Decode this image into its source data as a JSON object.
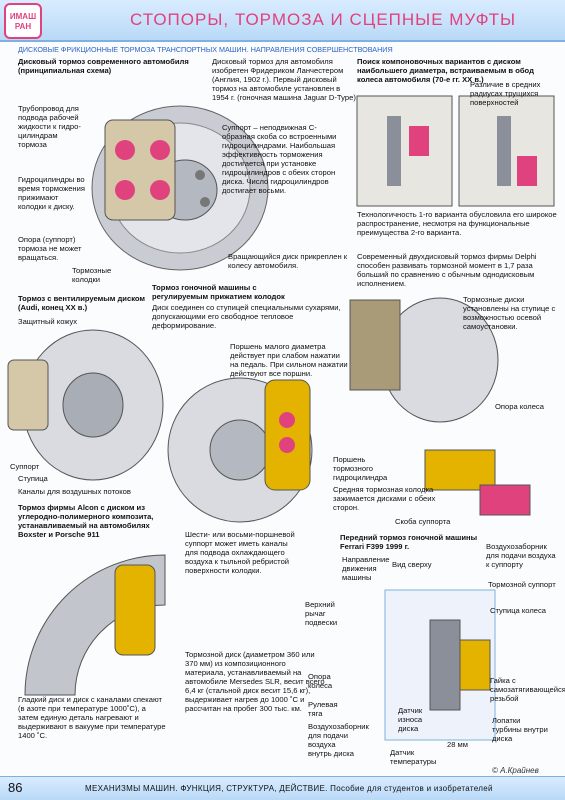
{
  "header": {
    "logo": "ИМАШ РАН",
    "title": "СТОПОРЫ,   ТОРМОЗА И СЦЕПНЫЕ МУФТЫ",
    "subtitle": "ДИСКОВЫЕ ФРИКЦИОННЫЕ ТОРМОЗА ТРАНСПОРТНЫХ МАШИН.  Направления совершенствования"
  },
  "section1": {
    "title": "Дисковый тормоз современного автомобиля (принципиальная схема)",
    "labels": {
      "pipe": "Трубопровод для подвода рабочей жидкости к гидро-цилиндрам тормоза",
      "cylinders": "Гидроцилиндры во время торможения прижимают колодки к диску.",
      "support": "Опора (суппорт) тормоза не может вращаться.",
      "pads": "Тормозные колодки",
      "rotating_disc": "Вращающийся диск прикреплен к колесу автомобиля.",
      "suppport_desc": "Суппорт – неподвижная С-образная скоба со встроенными гидроцилиндрами. Наибольшая эффективность торможения достигается при установке гидроцилиндров с обеих сторон диска. Число гидроцилиндров достигает восьми."
    },
    "history": "Дисковый тормоз для автомобиля изобретен Фридериком Ланчестером (Англия, 1902 г.). Первый дисковый тормоз на автомобиле установлен в 1954 г. (гоночная машина Jaguar D-Type)"
  },
  "section2": {
    "title": "Поиск компоновочных вариантов с диском наибольшего диаметра, встраиваемым в обод колеса автомобиля (70-е гг. XX в.)",
    "label": "Различие в средних радиусах трущихся поверхностей",
    "text": "Технологичность 1-го варианта обусловила его широкое распространение, несмотря на функциональные преимущества 2-го варианта."
  },
  "section3": {
    "title": "Тормоз с вентилируемым диском (Audi, конец XX в.)",
    "labels": {
      "cover": "Защитный кожух",
      "support": "Суппорт",
      "hub": "Ступица",
      "channels": "Каналы для воздушных потоков"
    }
  },
  "section4": {
    "title": "Тормоз гоночной машины с регулируемым прижатием колодок",
    "text": "Диск соединен со ступицей специальными сухарями, допускающими его свободное тепловое деформирование.",
    "piston": "Поршень малого диаметра действует при слабом нажатии на педаль. При сильном нажатии действуют все поршни."
  },
  "section5": {
    "title": "Современный двухдисковый тормоз фирмы Delphi способен развивать тормозной момент в 1,7 раза больший по сравнению с обычным однодисковым исполнением.",
    "labels": {
      "discs": "Тормозные диски установлены на ступице с возможностью осевой самоустановки.",
      "support": "Опора колеса",
      "piston": "Поршень тормозного гидроцилиндра",
      "middle_pad": "Средняя тормозная колодка зажимается дисками с обеих сторон.",
      "bracket": "Скоба суппорта"
    }
  },
  "section6": {
    "title": "Тормоз фирмы Alcon с диском из углеродно-полимерного композита, устанавливаемый на автомобилях Boxster и Porsche 911",
    "labels": {
      "caliper": "Шести- или восьми-поршневой суппорт может иметь каналы для подвода охлаждающего воздуха к тыльной ребристой поверхности колодки.",
      "discs": "Гладкий диск и диск с каналами спекают (в азоте при температуре 1000˚С), а затем единую деталь нагревают и выдерживают в вакууме при температуре 1400 ˚С.",
      "composite": "Тормозной диск (диаметром 360 или 370 мм) из композиционного материала, устанавливаемый на автомобиле Mersedes SLR, весит всего 6,4 кг (стальной диск весит 15,6 кг), выдерживает нагрев до 1000 ˚С и рассчитан на пробег 300 тыс. км."
    }
  },
  "section7": {
    "title": "Передний тормоз гоночной машины Ferrari F399 1999 г.",
    "labels": {
      "direction": "Направление движения машины",
      "top_view": "Вид сверху",
      "air_intake": "Воздухозаборник для подачи воздуха к суппорту",
      "upper_arm": "Верхний рычаг подвески",
      "caliper": "Тормозной суппорт",
      "hub": "Ступица колеса",
      "wheel_support": "Опора колеса",
      "steering": "Рулевая тяга",
      "air_intake2": "Воздухозаборник для подачи воздуха внутрь диска",
      "wear_sensor": "Датчик износа диска",
      "temp_sensor": "Датчик температуры",
      "nut": "Гайка с самозатягивающейся резьбой",
      "blades": "Лопатки турбины внутри диска",
      "mm": "28 мм"
    }
  },
  "footer": {
    "page": "86",
    "text": "МЕХАНИЗМЫ  МАШИН.  ФУНКЦИЯ,  СТРУКТУРА,  ДЕЙСТВИЕ.  Пособие для студентов и изобретателей",
    "signature": "© А.Крайнев"
  }
}
